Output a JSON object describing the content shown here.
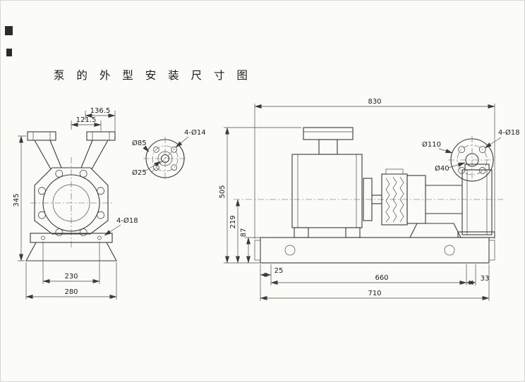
{
  "title": "泵 的 外 型 安 装 尺 寸 图",
  "front_view": {
    "dim_flange_offset_a": "136.5",
    "dim_flange_offset_b": "121.5",
    "dim_height": "345",
    "label_base_holes": "4-Ø18",
    "dim_bolt_span": "230",
    "dim_base_width": "280"
  },
  "flange_detail": {
    "label_od": "Ø85",
    "label_bore": "Ø25",
    "label_holes": "4-Ø14"
  },
  "side_view": {
    "dim_overall_length": "830",
    "dim_overall_height": "505",
    "dim_shaft_center_height": "219",
    "dim_base_height": "87",
    "dim_hole_offset": "25",
    "dim_hole_spacing": "660",
    "dim_end_offset": "33",
    "dim_base_length": "710",
    "label_flange_od": "Ø110",
    "label_flange_bore": "Ø40",
    "label_flange_holes": "4-Ø18"
  }
}
